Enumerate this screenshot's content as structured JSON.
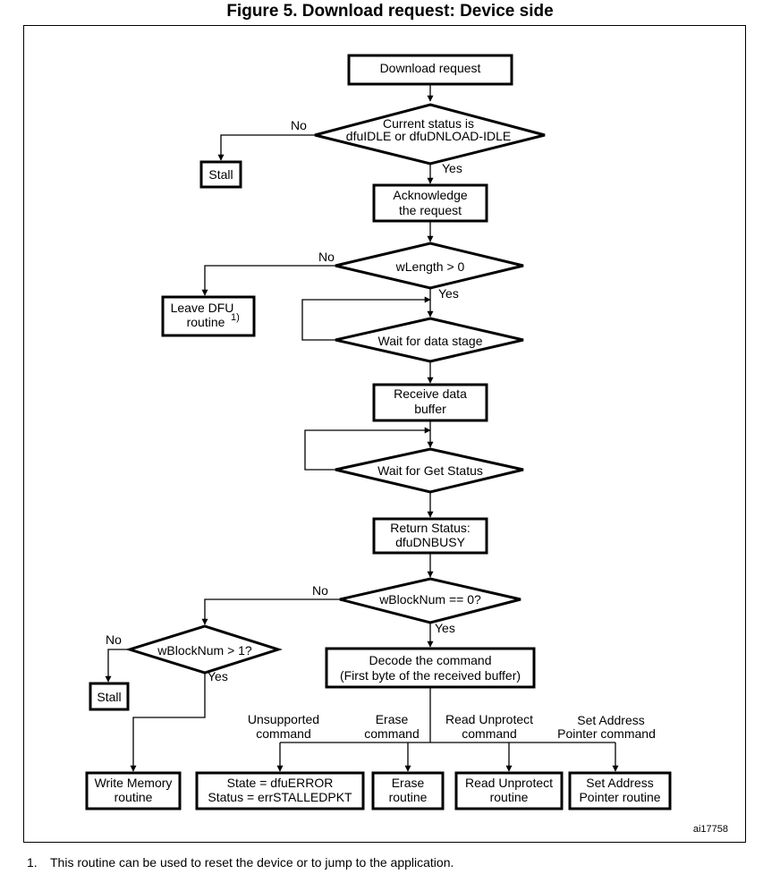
{
  "figure": {
    "title": "Figure 5. Download request: Device side",
    "id": "ai17758"
  },
  "nodes": {
    "download_request": "Download request",
    "current_status_l1": "Current status is",
    "current_status_l2": "dfuIDLE or dfuDNLOAD-IDLE",
    "stall_1": "Stall",
    "acknowledge_l1": "Acknowledge",
    "acknowledge_l2": "the request",
    "wlength": "wLength > 0",
    "leave_dfu_l1": "Leave DFU",
    "leave_dfu_l2": "routine",
    "leave_dfu_note": "1)",
    "wait_data": "Wait for data stage",
    "receive_l1": "Receive data",
    "receive_l2": "buffer",
    "wait_status": "Wait for Get Status",
    "return_l1": "Return Status:",
    "return_l2": "dfuDNBUSY",
    "wblocknum0": "wBlockNum == 0?",
    "wblocknum1": "wBlockNum > 1?",
    "stall_2": "Stall",
    "decode_l1": "Decode the command",
    "decode_l2": "(First byte of the received buffer)",
    "write_l1": "Write Memory",
    "write_l2": "routine",
    "state_l1": "State = dfuERROR",
    "state_l2": "Status = errSTALLEDPKT",
    "erase_l1": "Erase",
    "erase_l2": "routine",
    "readunp_l1": "Read Unprotect",
    "readunp_l2": "routine",
    "setaddr_l1": "Set Address",
    "setaddr_l2": "Pointer routine"
  },
  "labels": {
    "no": "No",
    "yes": "Yes",
    "unsupported_l1": "Unsupported",
    "unsupported_l2": "command",
    "erase_l1": "Erase",
    "erase_l2": "command",
    "readunp_l1": "Read Unprotect",
    "readunp_l2": "command",
    "setaddr_l1": "Set Address",
    "setaddr_l2": "Pointer command"
  },
  "footnote": {
    "number": "1.",
    "text": "This routine can be used to reset the device or to jump to the application."
  }
}
